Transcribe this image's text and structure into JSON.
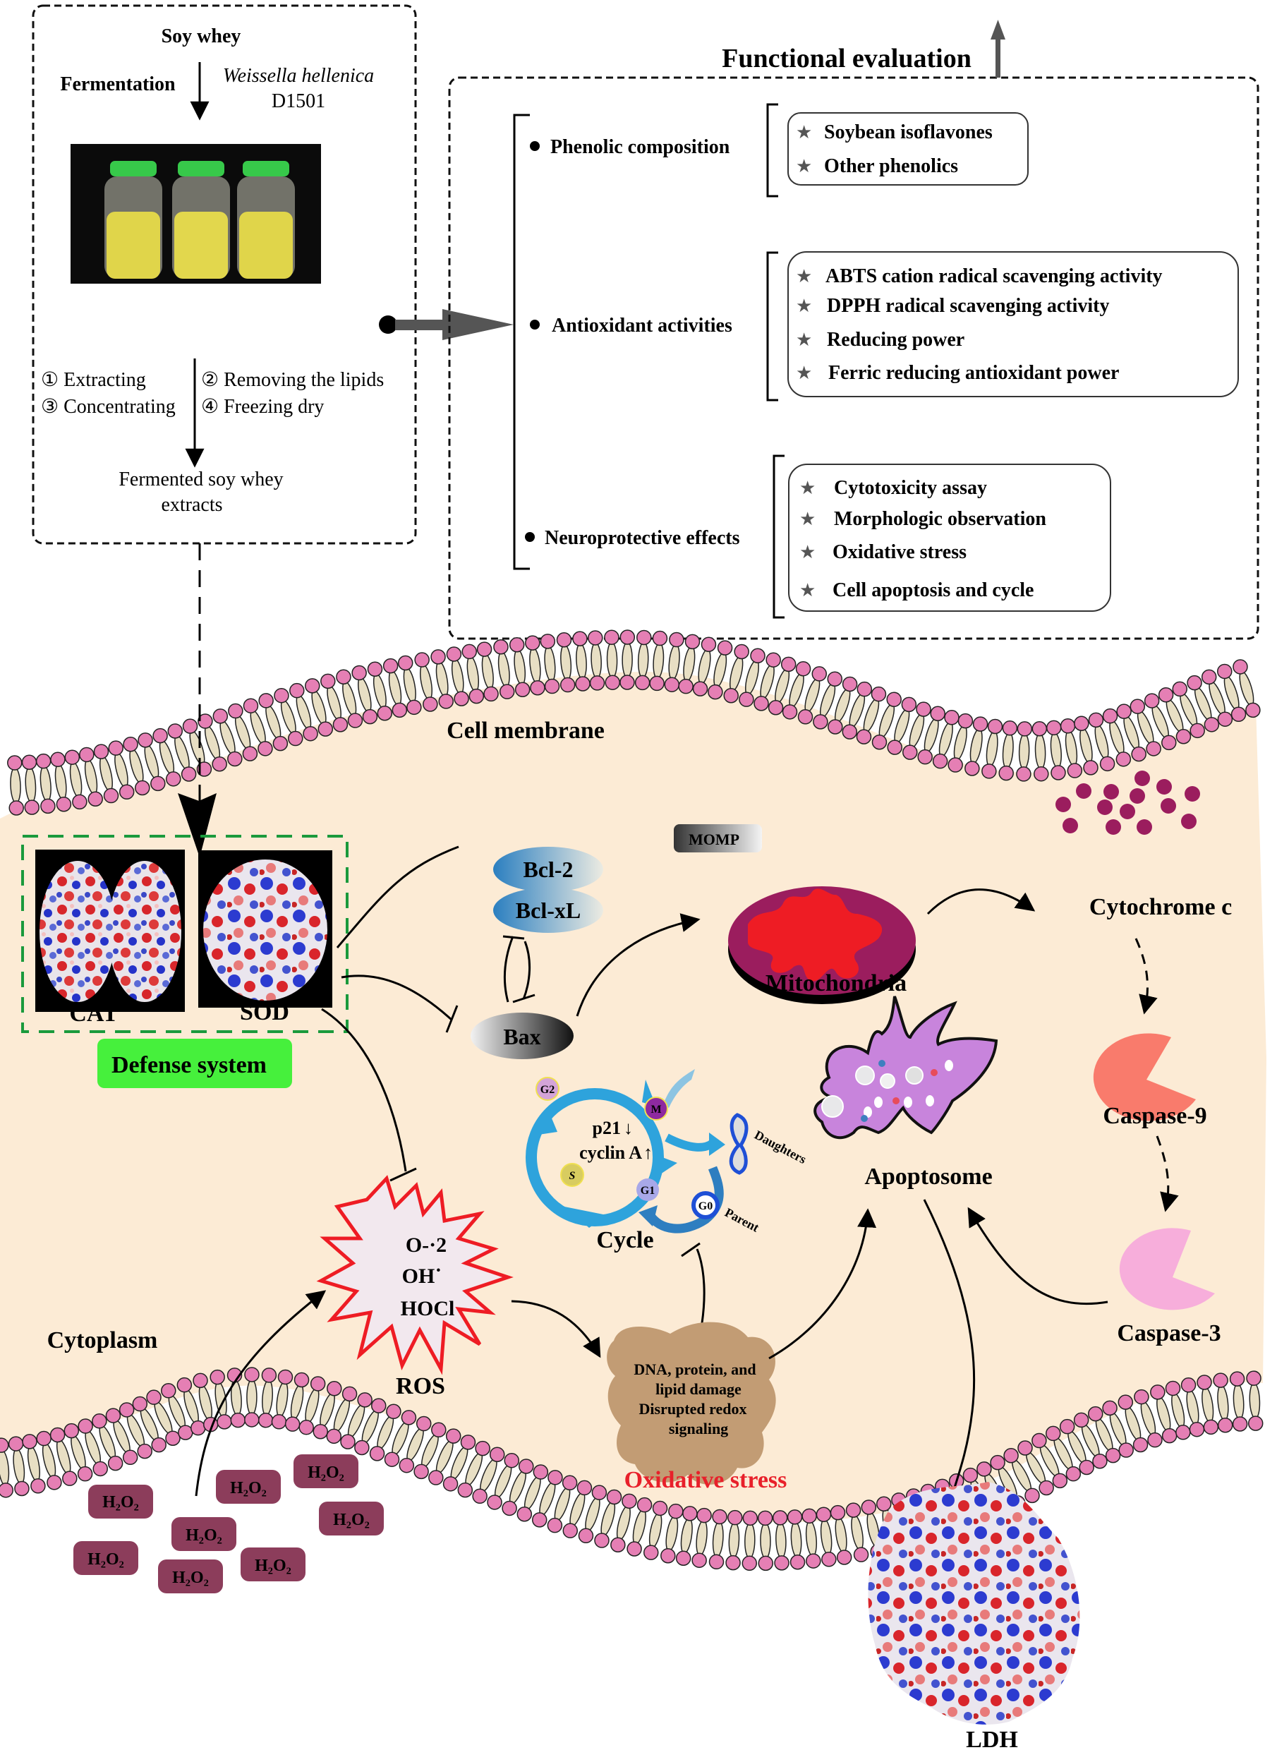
{
  "preparation": {
    "start": "Soy whey",
    "fermentation_label": "Fermentation",
    "strain_name": "Weissella hellenica",
    "strain_id": "D1501",
    "steps": [
      {
        "marker": "①",
        "label": "Extracting"
      },
      {
        "marker": "②",
        "label": "Removing the lipids"
      },
      {
        "marker": "③",
        "label": "Concentrating"
      },
      {
        "marker": "④",
        "label": "Freezing dry"
      }
    ],
    "product_line1": "Fermented  soy whey",
    "product_line2": "extracts",
    "photo_alt": "three glass bottles of fermented soy whey with green caps"
  },
  "evaluation": {
    "title": "Functional evaluation",
    "groups": [
      {
        "name": "Phenolic composition",
        "items": [
          "Soybean isoflavones",
          "Other phenolics"
        ]
      },
      {
        "name": "Antioxidant activities",
        "items": [
          "ABTS cation radical scavenging activity",
          "DPPH radical scavenging activity",
          "Reducing power",
          "Ferric reducing antioxidant power"
        ]
      },
      {
        "name": "Neuroprotective effects",
        "items": [
          "Cytotoxicity assay",
          "Morphologic observation",
          "Oxidative stress",
          "Cell apoptosis and cycle"
        ]
      }
    ]
  },
  "cell": {
    "membrane_label": "Cell membrane",
    "cytoplasm_label": "Cytoplasm",
    "defense": {
      "label": "Defense system",
      "enzymes": [
        "CAT",
        "SOD"
      ]
    },
    "bcl": [
      "Bcl-2",
      "Bcl-xL"
    ],
    "bax": "Bax",
    "momp": "MOMP",
    "mitochondria": "Mitochondria",
    "cytochrome": "Cytochrome c",
    "caspase9": "Caspase-9",
    "caspase3": "Caspase-3",
    "apoptosome": "Apoptosome",
    "cycle": {
      "label": "Cycle",
      "phases": [
        "G2",
        "M",
        "S",
        "G1",
        "G0"
      ],
      "p21": "p21",
      "cyclin": "cyclin A",
      "daughters": "Daughters",
      "parent": "Parent"
    },
    "ros": {
      "label": "ROS",
      "species": [
        "O-·2",
        "OH˙",
        "HOCl"
      ]
    },
    "damage": {
      "lines": [
        "DNA, protein, and",
        "lipid damage",
        "Disrupted redox",
        "signaling"
      ],
      "label": "Oxidative stress"
    },
    "h2o2": "H₂O₂",
    "ldh": "LDH"
  },
  "colors": {
    "cytoplasm": "#fcebd5",
    "membrane_head": "#e57fb4",
    "membrane_tail": "#e8dfc4",
    "defense_border": "#1a9a3c",
    "defense_label_bg": "#46f03c",
    "mitochondria_outer": "#9b1d5e",
    "mitochondria_inner": "#ee1c24",
    "cytochrome_dot": "#9b1d5e",
    "caspase9": "#f97b6c",
    "caspase3": "#f7aedb",
    "apoptosome": "#c884dc",
    "damage_cloud": "#c29c74",
    "h2o2_box": "#8c3d5b",
    "oxidative_stress_text": "#e8202a",
    "cycle_ring": "#2ea3dc"
  }
}
